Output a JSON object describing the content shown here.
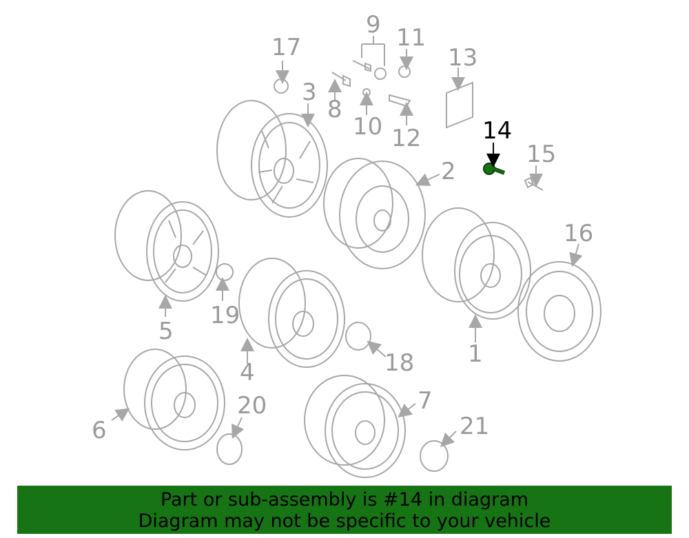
{
  "callouts": {
    "c1": "1",
    "c2": "2",
    "c3": "3",
    "c4": "4",
    "c5": "5",
    "c6": "6",
    "c7": "7",
    "c8": "8",
    "c9": "9",
    "c10": "10",
    "c11": "11",
    "c12": "12",
    "c13": "13",
    "c14": "14",
    "c15": "15",
    "c16": "16",
    "c17": "17",
    "c18": "18",
    "c19": "19",
    "c20": "20",
    "c21": "21"
  },
  "highlight": {
    "part": "14",
    "color": "#167414"
  },
  "banner": {
    "line1": "Part or sub-assembly is #14 in diagram",
    "line2": "Diagram may not be specific to your vehicle",
    "background": "#167414"
  }
}
